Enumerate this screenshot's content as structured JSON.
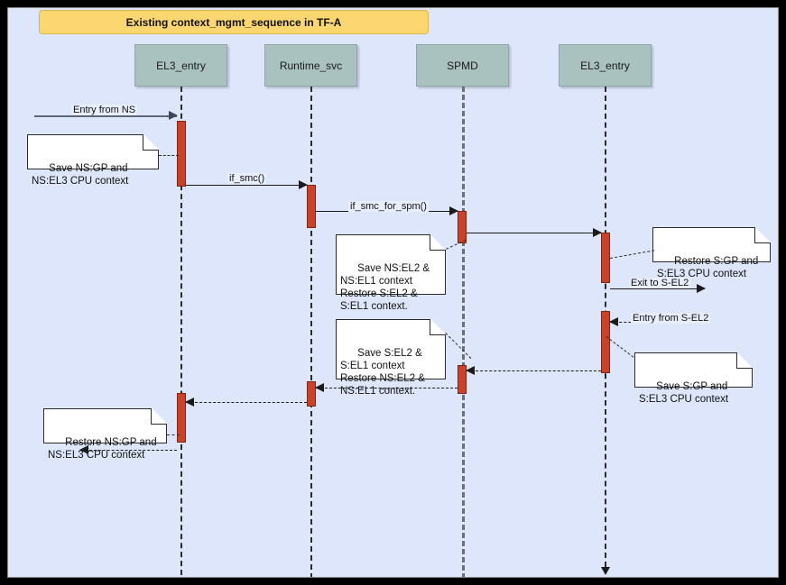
{
  "diagram": {
    "title": "Existing context_mgmt_sequence in TF-A",
    "type": "uml-sequence-diagram",
    "background_color": "#dde6fa",
    "title_banner_color": "#fcd771",
    "participant_color": "#a9c2bf",
    "activation_color": "#c8432a"
  },
  "participants": [
    {
      "name": "EL3_entry"
    },
    {
      "name": "Runtime_svc"
    },
    {
      "name": "SPMD"
    },
    {
      "name": "EL3_entry"
    }
  ],
  "messages": [
    {
      "label": "Entry from NS",
      "style": "solid-grey"
    },
    {
      "label": "if_smc()",
      "style": "solid"
    },
    {
      "label": "if_smc_for_spm()",
      "style": "solid"
    },
    {
      "label": "",
      "style": "solid"
    },
    {
      "label": "Exit to S-EL2",
      "style": "solid"
    },
    {
      "label": "Entry from S-EL2",
      "style": "dashed"
    },
    {
      "label": "",
      "style": "dashed"
    },
    {
      "label": "",
      "style": "dashed"
    },
    {
      "label": "",
      "style": "dashed"
    },
    {
      "label": "",
      "style": "dashed"
    }
  ],
  "notes": [
    {
      "id": "note-save-ns",
      "text": "Save NS:GP and\nNS:EL3 CPU context"
    },
    {
      "id": "note-save-ns-el2",
      "text": "Save NS:EL2 &\nNS:EL1 context\nRestore S:EL2 &\nS:EL1 context."
    },
    {
      "id": "note-restore-s-gp",
      "text": "Restore S:GP and\nS:EL3 CPU context"
    },
    {
      "id": "note-save-s-el2",
      "text": "Save S:EL2 &\nS:EL1 context\nRestore NS:EL2 &\nNS:EL1 context."
    },
    {
      "id": "note-save-s-gp",
      "text": "Save S:GP and\nS:EL3 CPU context"
    },
    {
      "id": "note-restore-ns-gp",
      "text": "Restore NS:GP and\nNS:EL3 CPU context"
    }
  ]
}
